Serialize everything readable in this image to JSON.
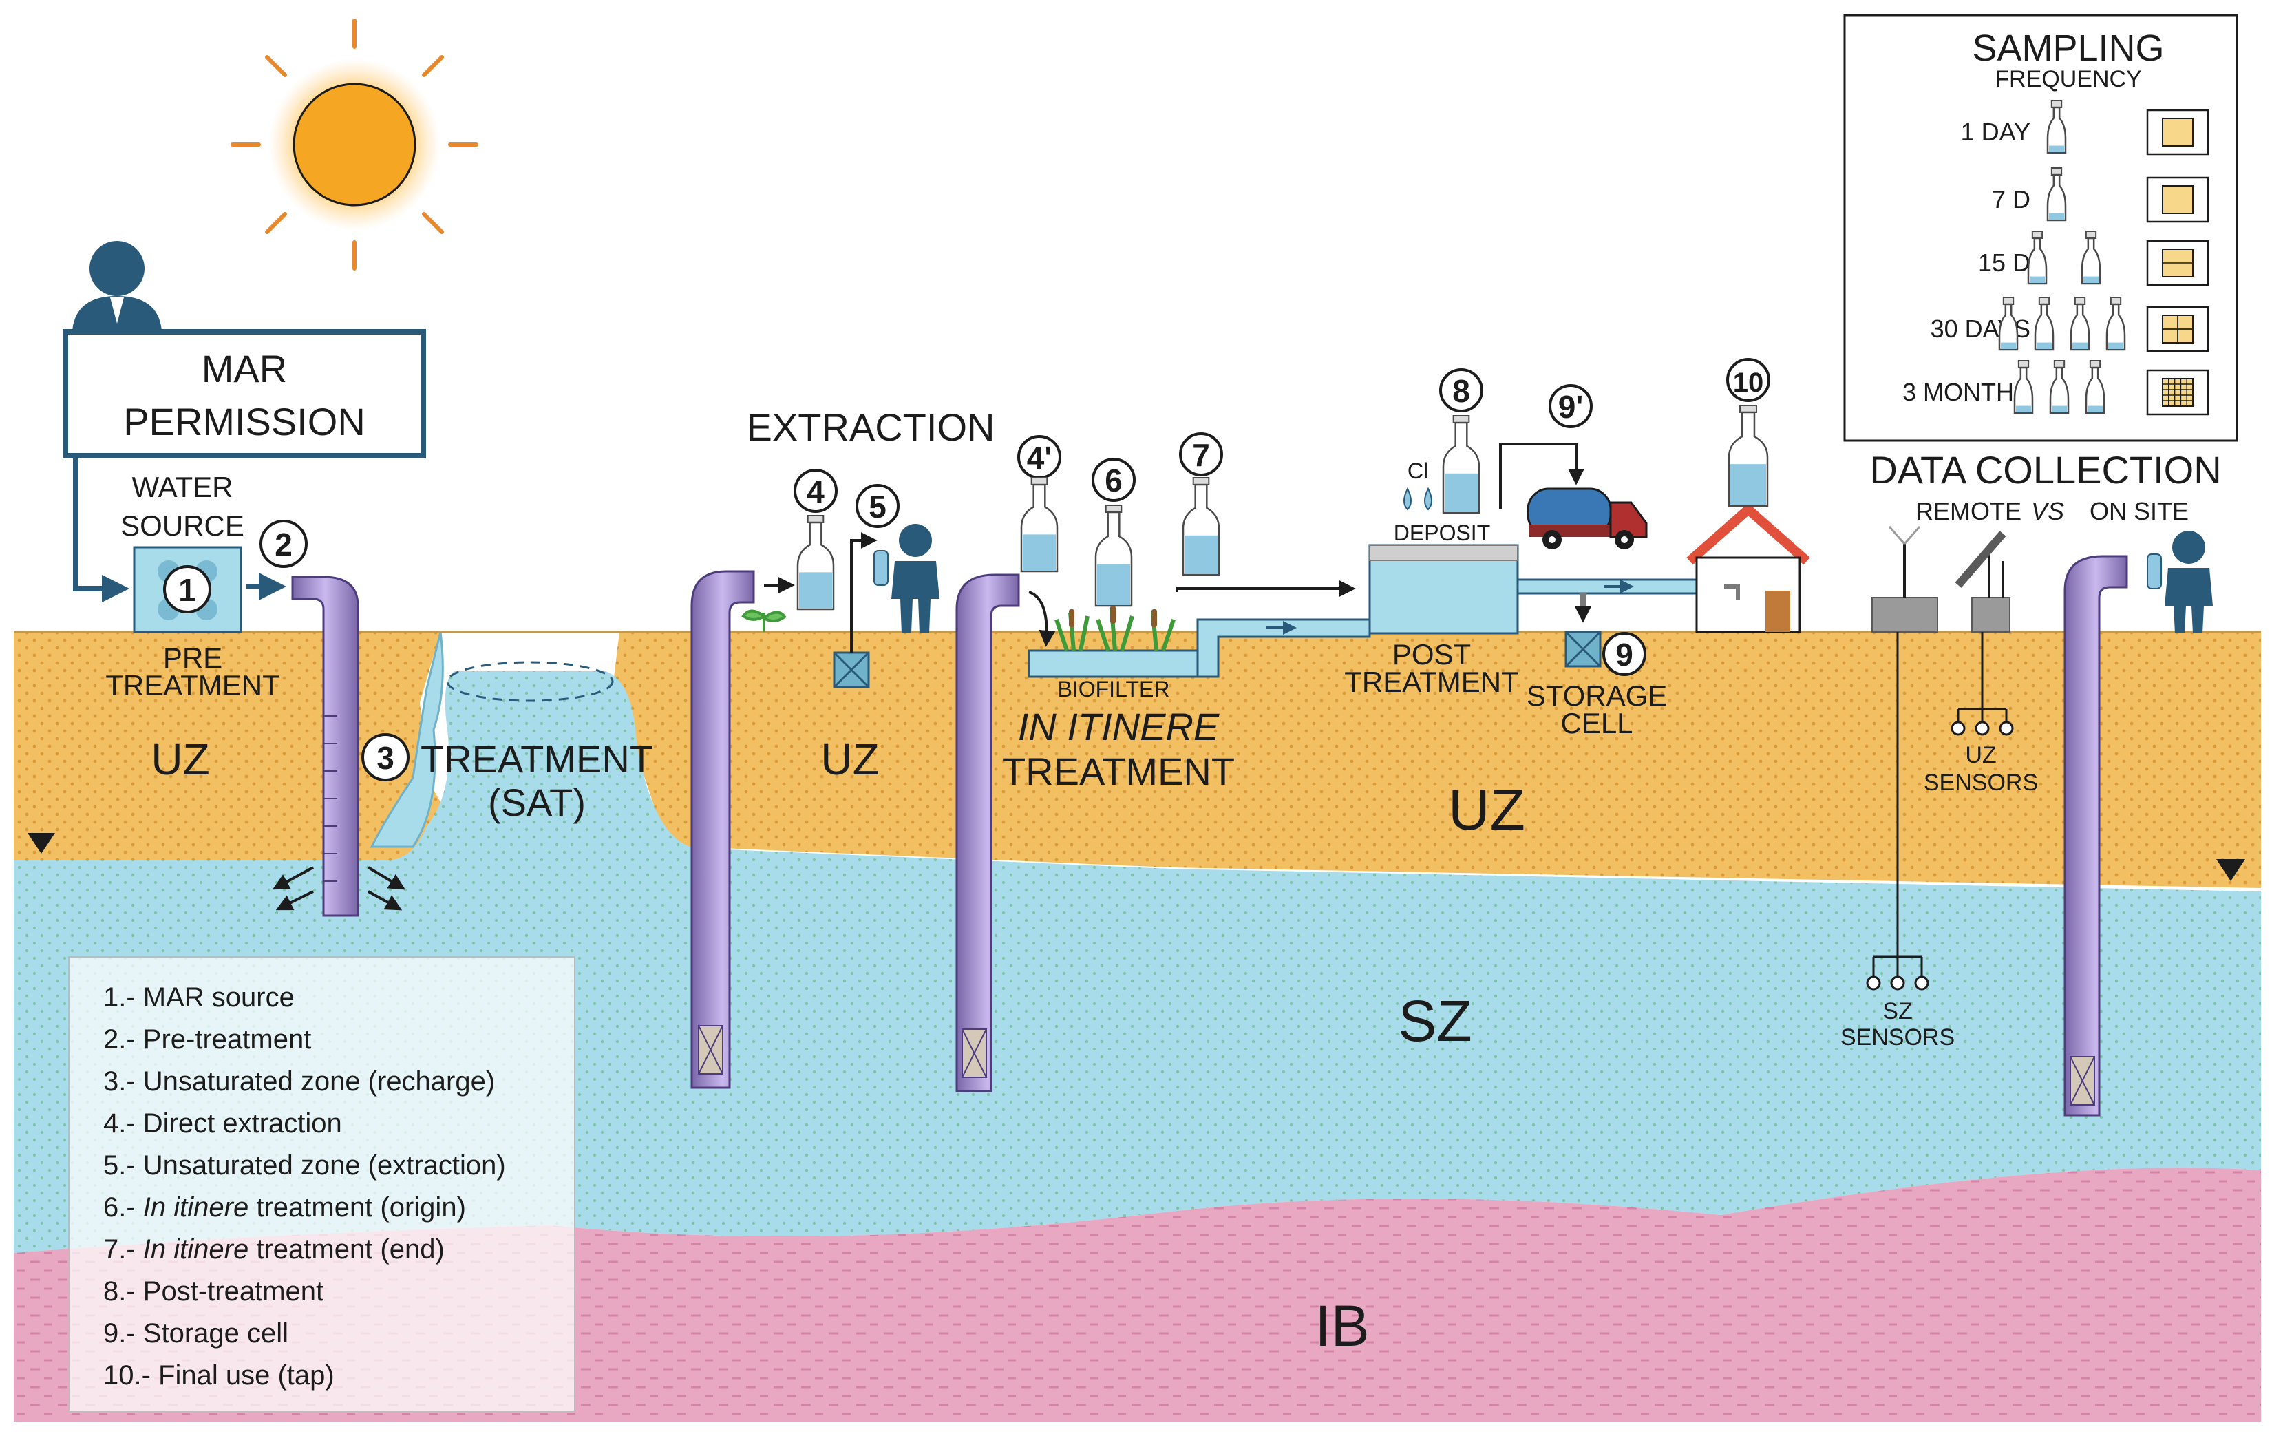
{
  "permission": {
    "line1": "MAR",
    "line2": "PERMISSION"
  },
  "labels": {
    "water_source_1": "WATER",
    "water_source_2": "SOURCE",
    "pre_treatment_1": "PRE",
    "pre_treatment_2": "TREATMENT",
    "treatment_sat_1": "TREATMENT",
    "treatment_sat_2": "(SAT)",
    "extraction": "EXTRACTION",
    "biofilter": "BIOFILTER",
    "in_itinere_1": "IN ITINERE",
    "in_itinere_2": "TREATMENT",
    "deposit": "DEPOSIT",
    "cl": "Cl",
    "post_treatment_1": "POST",
    "post_treatment_2": "TREATMENT",
    "storage_cell_1": "STORAGE",
    "storage_cell_2": "CELL",
    "data_collection": "DATA COLLECTION",
    "remote": "REMOTE",
    "vs": "VS",
    "on_site": "ON SITE",
    "uz_sensors_1": "UZ",
    "uz_sensors_2": "SENSORS",
    "sz_sensors_1": "SZ",
    "sz_sensors_2": "SENSORS"
  },
  "zones": {
    "uz": "UZ",
    "sz": "SZ",
    "ib": "IB"
  },
  "markers": {
    "m1": "1",
    "m2": "2",
    "m3": "3",
    "m4": "4",
    "m5": "5",
    "m4p": "4'",
    "m6": "6",
    "m7": "7",
    "m8": "8",
    "m9p": "9'",
    "m9": "9",
    "m10": "10"
  },
  "sampling": {
    "title": "SAMPLING",
    "subtitle": "FREQUENCY",
    "rows": [
      {
        "label": "1 DAY",
        "bottles": 1
      },
      {
        "label": "7 D",
        "bottles": 1
      },
      {
        "label": "15 D",
        "bottles": 2
      },
      {
        "label": "30 DAYS",
        "bottles": 4
      },
      {
        "label": "3 MONTHS",
        "bottles": 3
      }
    ]
  },
  "legend": {
    "items": [
      {
        "n": "1.- ",
        "i": "",
        "t": "MAR source"
      },
      {
        "n": "2.- ",
        "i": "",
        "t": "Pre-treatment"
      },
      {
        "n": "3.- ",
        "i": "",
        "t": "Unsaturated zone (recharge)"
      },
      {
        "n": "4.- ",
        "i": "",
        "t": "Direct extraction"
      },
      {
        "n": "5.- ",
        "i": "",
        "t": "Unsaturated zone (extraction)"
      },
      {
        "n": "6.- ",
        "i": "In itinere",
        "t": " treatment (origin)"
      },
      {
        "n": "7.- ",
        "i": "In itinere",
        "t": " treatment (end)"
      },
      {
        "n": "8.- ",
        "i": "",
        "t": "Post-treatment"
      },
      {
        "n": "9.- ",
        "i": "",
        "t": "Storage cell"
      },
      {
        "n": "10.- ",
        "i": "",
        "t": "Final use (tap)"
      }
    ]
  },
  "colors": {
    "uz": "#f2c063",
    "sz": "#a9dcea",
    "ib": "#e9a8c2",
    "pipe": "#9b86c4",
    "accent": "#2a5a7a",
    "bottle": "#8fc8e0",
    "sun": "#f5a623"
  }
}
